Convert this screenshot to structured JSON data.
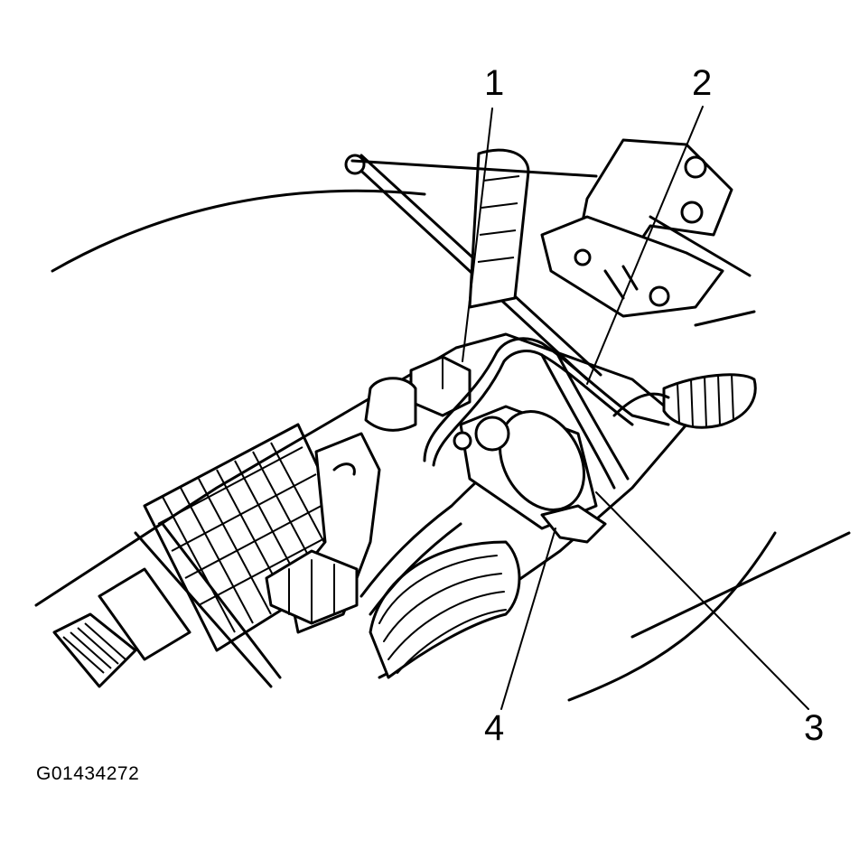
{
  "figure_id": "G01434272",
  "callouts": [
    {
      "id": "1",
      "label": "1"
    },
    {
      "id": "2",
      "label": "2"
    },
    {
      "id": "3",
      "label": "3"
    },
    {
      "id": "4",
      "label": "4"
    }
  ],
  "colors": {
    "ink": "#000000",
    "paper": "#ffffff"
  }
}
